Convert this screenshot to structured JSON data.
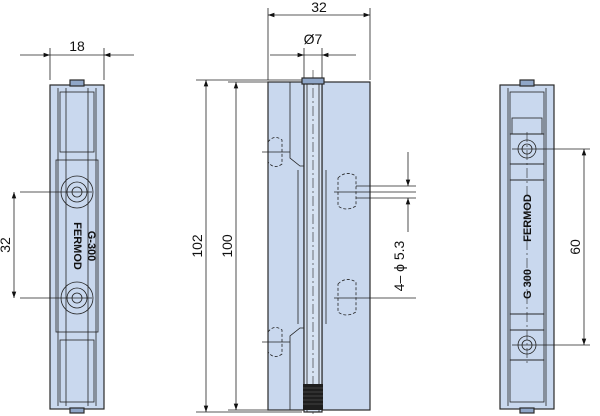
{
  "colors": {
    "body": "#c9d8ee",
    "body_dark": "#a9bedc",
    "body_light": "#e3ecf8",
    "pin": "#1e1e1e",
    "line": "#222222"
  },
  "dimensions": {
    "left_width": "18",
    "left_hole_spacing": "32",
    "middle_width": "32",
    "pin_diameter": "Ø7",
    "overall_height": "102",
    "leaf_height": "100",
    "hole_spec": "4– ϕ 5.3",
    "right_hole_spacing": "60"
  },
  "markings": {
    "brand": "FERMOD",
    "model_left": "G-300",
    "model_right": "G  300"
  }
}
